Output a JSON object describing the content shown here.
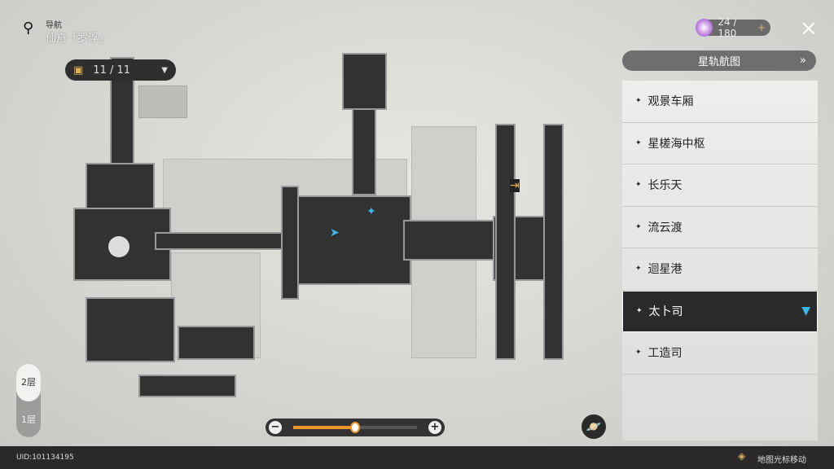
{
  "header": {
    "nav_label": "导航",
    "location": "仙舟「罗浮」"
  },
  "chest_counter": {
    "value": "11 / 11"
  },
  "stamina": {
    "value": "24 / 180",
    "plus": "+"
  },
  "close_icon": "×",
  "star_rail_map": {
    "label": "星轨航图",
    "arrow": "»"
  },
  "areas": [
    {
      "label": "观景车厢",
      "selected": false
    },
    {
      "label": "星槎海中枢",
      "selected": false
    },
    {
      "label": "长乐天",
      "selected": false
    },
    {
      "label": "流云渡",
      "selected": false
    },
    {
      "label": "迴星港",
      "selected": false
    },
    {
      "label": "太卜司",
      "selected": true
    },
    {
      "label": "工造司",
      "selected": false
    }
  ],
  "floors": [
    {
      "label": "2层",
      "active": true
    },
    {
      "label": "1层",
      "active": false
    }
  ],
  "zoom": {
    "level": 0.5,
    "minus": "−",
    "plus": "+"
  },
  "footer": {
    "uid": "UID:101134195",
    "hint": "地图光标移动"
  },
  "colors": {
    "accent": "#f0962e",
    "selected_marker": "#3ab6e8"
  }
}
